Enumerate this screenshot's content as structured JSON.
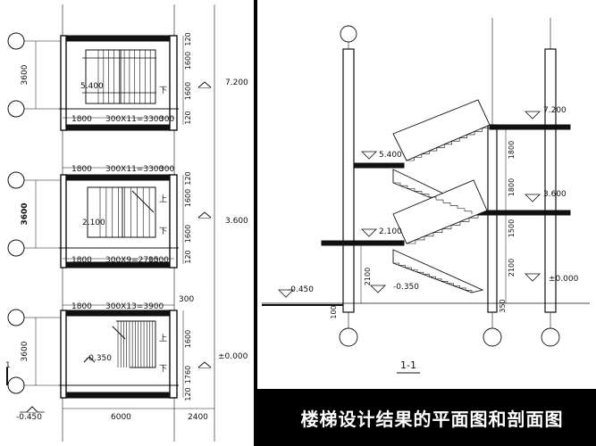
{
  "caption": "楼梯设计结果的平面图和剖面图",
  "plans": {
    "top": {
      "height_dim": "3600",
      "landing": "5.400",
      "down": "下",
      "right_dims": [
        "120",
        "1600",
        "1600",
        "120"
      ],
      "elev": "7.200",
      "bottom_dims": [
        "1800",
        "300X11=3300",
        "300"
      ]
    },
    "mid": {
      "top_dims": [
        "1800",
        "300X11=3300",
        "300"
      ],
      "height_dim": "3600",
      "landing": "2.100",
      "up": "上",
      "down": "下",
      "right_dims": [
        "120",
        "1600",
        "1600",
        "120"
      ],
      "elev": "3.600",
      "bottom_dims": [
        "1800",
        "300X9=2700",
        "1500"
      ]
    },
    "bottom": {
      "top_dims": [
        "1800",
        "300X13=3900",
        "300"
      ],
      "height_dim": "3600",
      "landing": "-0.350",
      "up": "上",
      "down": "下",
      "right_dims": [
        "1600",
        "1760",
        "120"
      ],
      "elev": "±0.000",
      "section_mark": "1",
      "ground": "-0.450",
      "width_dim": "6000",
      "depth_dim": "2400"
    }
  },
  "section": {
    "title": "1-1",
    "levels": [
      "7.200",
      "5.400",
      "3.600",
      "2.100",
      "±0.000",
      "-0.350",
      "-0.450"
    ],
    "vertical_dims": [
      "1800",
      "1800",
      "1500",
      "2100",
      "350"
    ],
    "left_dims": [
      "2100",
      "100"
    ]
  }
}
